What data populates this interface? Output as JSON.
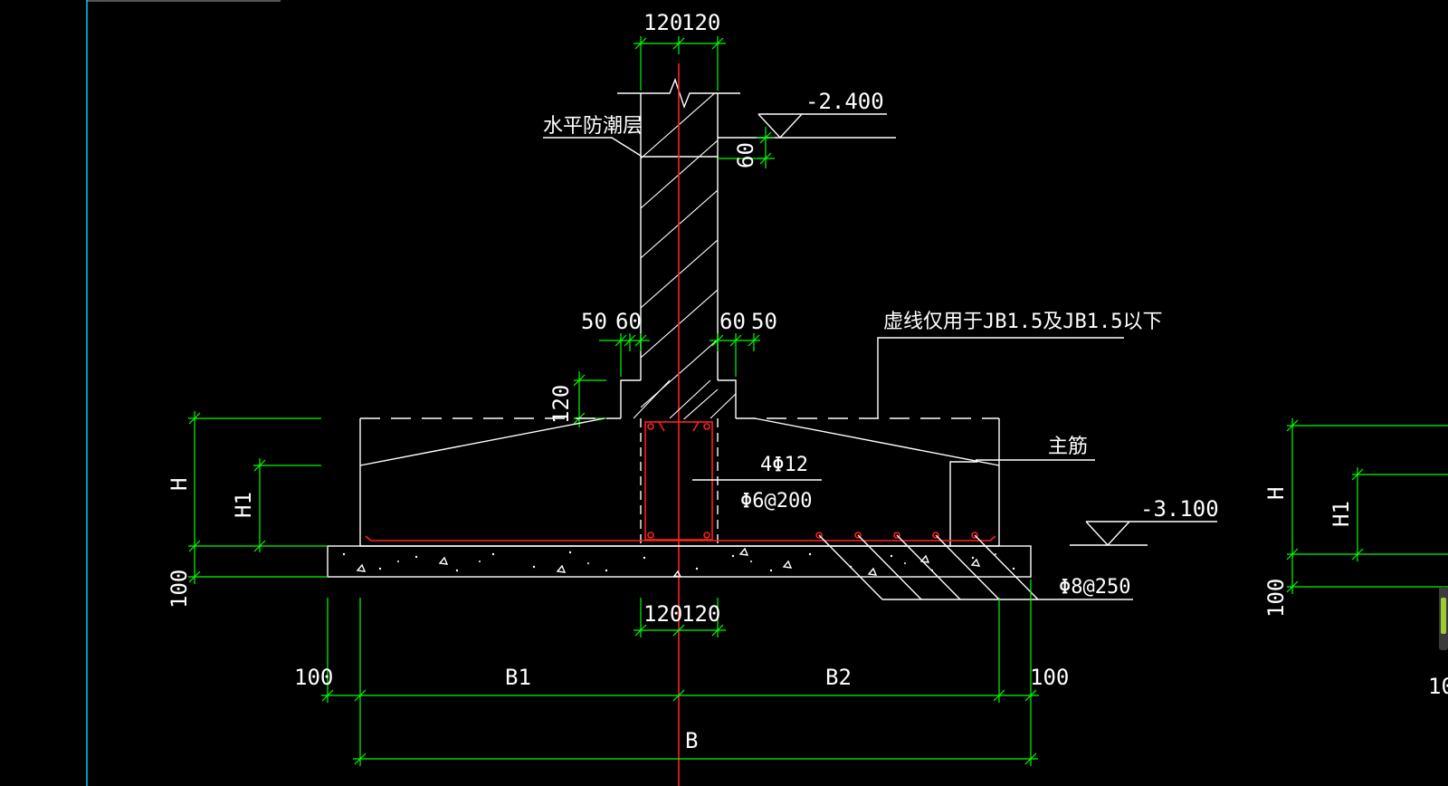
{
  "dimensions": {
    "wall_top_left": "120",
    "wall_top_right": "120",
    "elevation_top": "-2.400",
    "dpc_offset": "60",
    "step_left_outer": "50",
    "step_left_inner": "60",
    "step_right_inner": "60",
    "step_right_outer": "50",
    "step_height": "120",
    "height_H": "H",
    "height_H1": "H1",
    "cushion_thickness": "100",
    "column_bottom_left": "120",
    "column_bottom_right": "120",
    "edge_left": "100",
    "width_B1": "B1",
    "width_B2": "B2",
    "edge_right": "100",
    "width_B": "B",
    "elevation_bottom": "-3.100",
    "partial_H": "H",
    "partial_H1": "H1",
    "partial_100": "100",
    "partial_cut": "10"
  },
  "annotations": {
    "dpc_label": "水平防潮层",
    "dashed_note": "虚线仅用于JB1.5及JB1.5以下",
    "main_rebar_label": "主筋",
    "column_rebar_main": "4Φ12",
    "column_stirrup": "Φ6@200",
    "slab_rebar": "Φ8@250"
  },
  "colors": {
    "background": "#000000",
    "linework": "#ffffff",
    "dimension": "#00ff00",
    "rebar_centerline": "#ff2020",
    "viewport_edge": "#00c8ff"
  }
}
